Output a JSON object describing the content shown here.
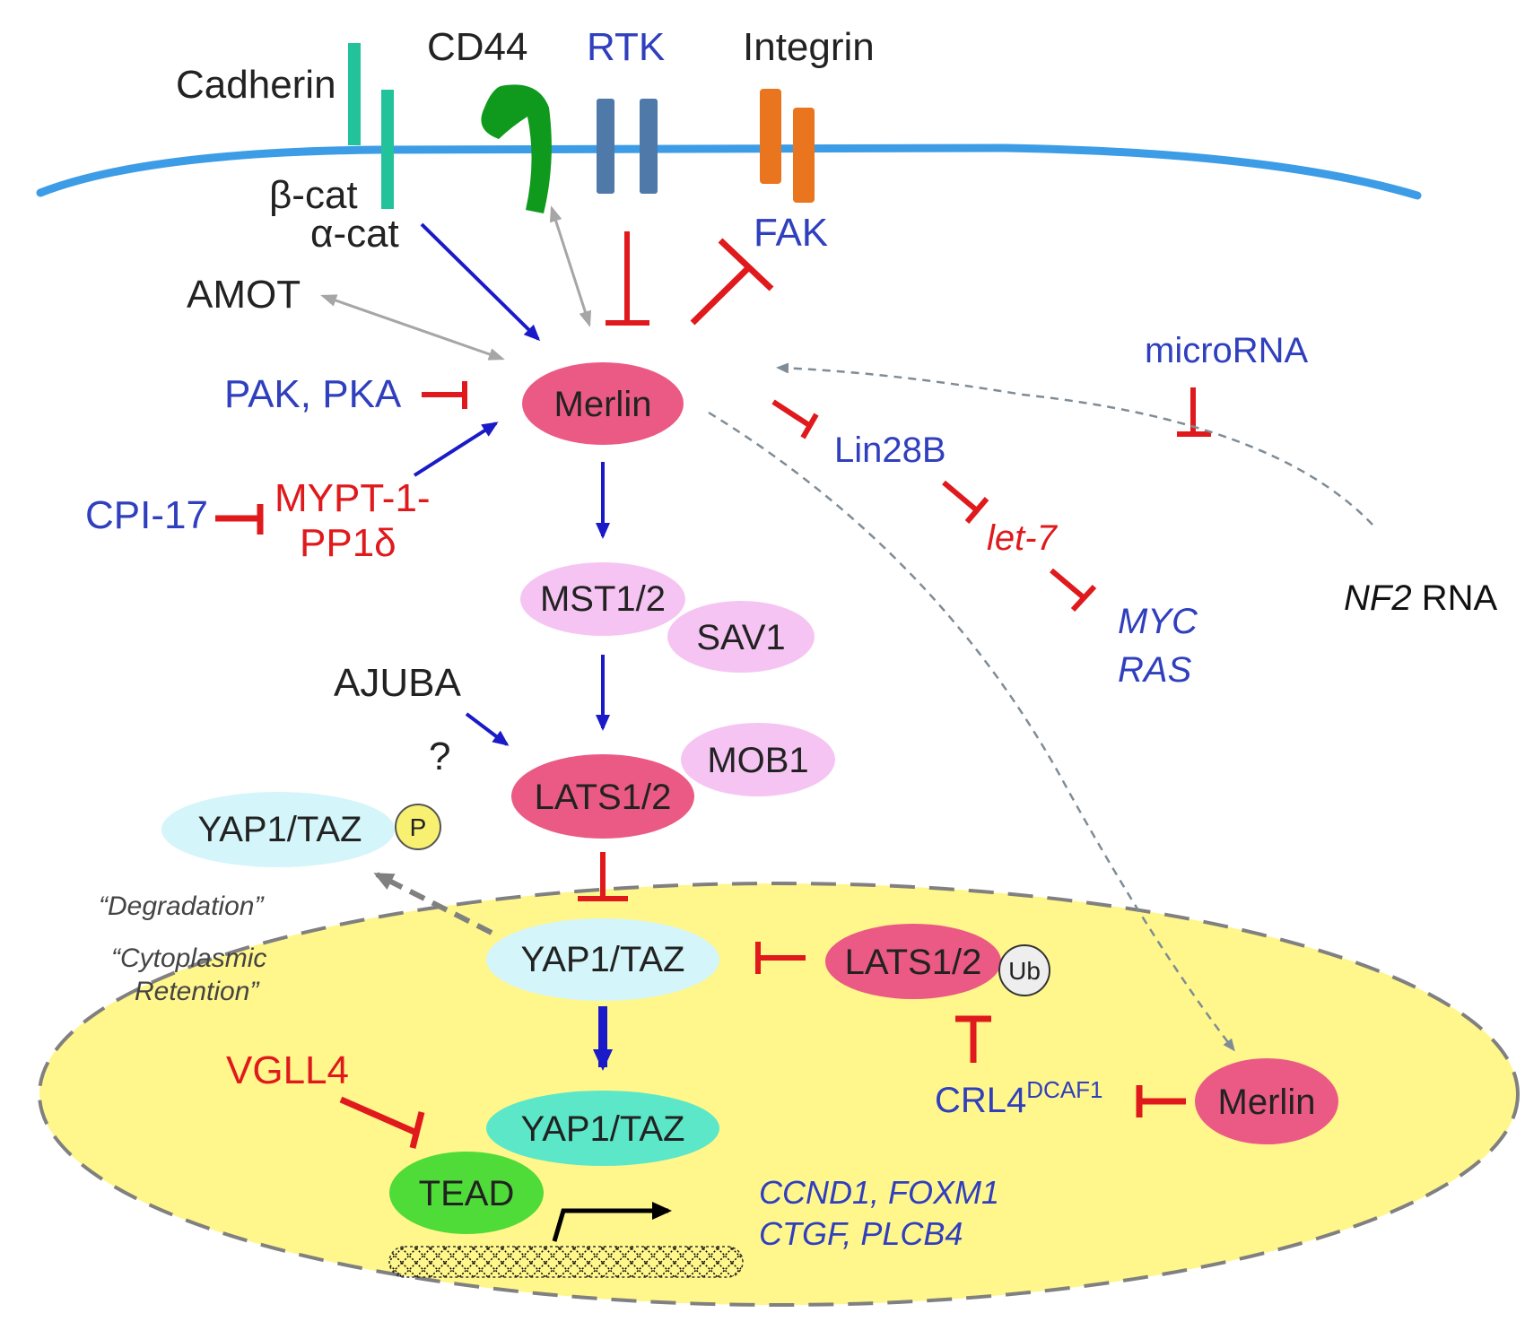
{
  "colors": {
    "activation": "#1a1ac8",
    "inhibition": "#e0191c",
    "neutral_arrow": "#a6a6a6",
    "dashed_arrow": "#7f8c96",
    "membrane": "#3c9ce6",
    "nucleus_fill": "#fff68c",
    "nucleus_border": "#808080",
    "merlin": "#ea5a84",
    "lats": "#ea5a84",
    "mst_sav": "#f6c4f3",
    "yap_cyto": "#d4f5f9",
    "yap_nuc": "#5ce8c8",
    "tead": "#4fdb38",
    "cadherin": "#22c39a",
    "cd44": "#0f9a1e",
    "rtk": "#4f79a8",
    "integrin": "#e9751e",
    "phospho": "#f8f070",
    "ubiquitin": "#eeeeee"
  },
  "receptors": {
    "cadherin": "Cadherin",
    "cd44": "CD44",
    "rtk": "RTK",
    "integrin": "Integrin",
    "beta_cat": "β-cat",
    "alpha_cat": "α-cat",
    "fak": "FAK"
  },
  "regulators": {
    "amot": "AMOT",
    "pak_pka": "PAK, PKA",
    "cpi17": "CPI-17",
    "mypt_line1": "MYPT-1-",
    "mypt_line2": "PP1δ",
    "ajuba": "AJUBA",
    "question": "?"
  },
  "core": {
    "merlin": "Merlin",
    "mst": "MST1/2",
    "sav": "SAV1",
    "lats": "LATS1/2",
    "mob": "MOB1",
    "yap_p": "YAP1/TAZ",
    "p_badge": "P"
  },
  "mirna": {
    "microrna": "microRNA",
    "lin28b": "Lin28B",
    "let7": "let-7",
    "myc": "MYC",
    "ras": "RAS",
    "nf2_italic": "NF2",
    "nf2_rest": " RNA"
  },
  "nucleus": {
    "degradation": "“Degradation”",
    "cyto_line1": "“Cytoplasmic",
    "cyto_line2": "Retention”",
    "yap_a": "YAP1/TAZ",
    "yap_b": "YAP1/TAZ",
    "lats_ub": "LATS1/2",
    "ub": "Ub",
    "crl4": "CRL4",
    "crl4_sup": "DCAF1",
    "merlin_nuc": "Merlin",
    "vgll4": "VGLL4",
    "tead": "TEAD",
    "targets_line1": "CCND1, FOXM1",
    "targets_line2": "CTGF, PLCB4"
  }
}
